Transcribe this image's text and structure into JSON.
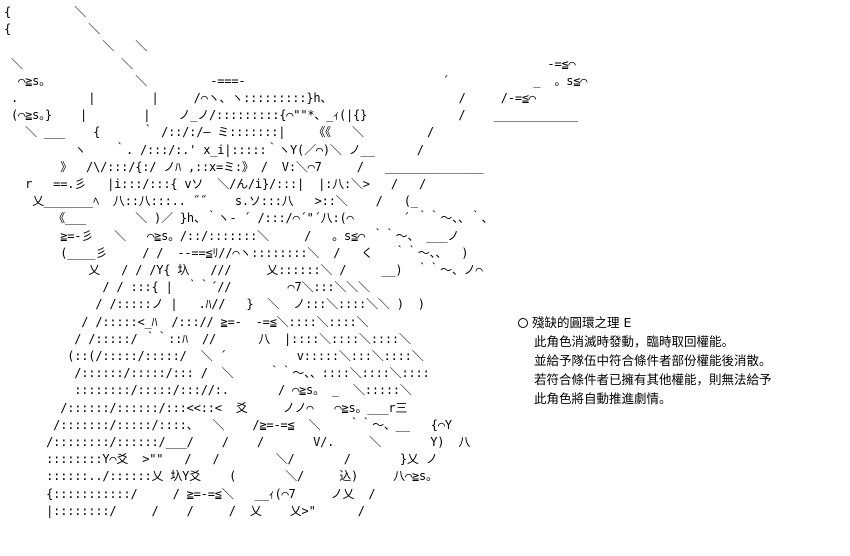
{
  "art": {
    "lines": [
      "{         ＼",
      "{           ＼",
      "              ＼   ＼",
      " ＼              ＼                                                           -=≦⌒",
      "  ⌒≧s。            ＼         -===-                            ´            _  。s≦⌒",
      " .          |        |     /⌒ヽ、ヽ:::::::::}h、                  /     /-=≦⌒",
      " (⌒≧s。}    |        |    ノ_ノ/:::::::::{⌒\"\"*、_ｨ(|{}             /    ____________",
      "   ＼ ___    {      ｀ /::/:/— ミ:::::::|    《《   ＼         /",
      "          ヽ    ｀. /:::/:.' x_i|:::::｀ヽY(／⌒)＼ ノ__      /",
      "        》  /\\/:::/{:/ ノﾊ ,::x=ミ:》 /  V:＼⌒7     /   ______________",
      "   r   ==.彡   |i:::/:::{ vソ  ＼/ん/i}/:::|  |:八:＼>   /   /",
      "    乂_______ﾍ  八::八:::.. ˝˝    s.ソ:::八   >::＼    /   (_",
      "       《___       ＼ )／ }h、｀ヽ- ´ /:::/⌒´\"´八:(⌒       ´ ｀｀～、、｀、",
      "        ≧=-彡   ＼   ⌒≧s。/::/:::::::＼     /   。s≦⌒ ｀｀～、 ___ノ",
      "        (____彡     / /  --==≦ﾘ//⌒ヽ::::::::＼  /   く   ｀｀～、、  )",
      "            乂   / / /Y{ 圦   ///     乂::::::＼ /     __)  ｀｀～、ノ⌒",
      "              / / :::{ |  ｀｀´//        ⌒7＼:::＼＼＼",
      "             / /:::::ノ |   .ﾊ//   }  ＼  ノ:::＼::::＼＼ )  )",
      "           / /:::::<_ﾊ  /:::// ≧=-  -=≦＼::::＼::::＼",
      "          / /:::::/ ｀｀::ﾊ  //      八  |::::＼::::＼::::＼",
      "         (::(/:::::/:::::/  ＼ ´          v:::::＼:::＼::::＼",
      "          /::::::/:::::/::: /  ＼     ｀｀～、、::::＼::::＼::::",
      "          ::::::::/:::::/::://:.       / ⌒≧s。 _  ＼:::::＼",
      "        /::::::/::::::/:::<<::<  爻     ノノ⌒   ⌒≧s。___r三",
      "       /:::::::/:::::/::::、  ＼    /≧=-=≦  ＼    ｀｀～、__   {⌒Y",
      "      /::::::::/::::::/___/    /    /       V/.     ＼       Y)  八",
      "      ::::::::Y⌒爻  >\"\"   /   /        ＼/       /       }乂 ノ",
      "      ::::::../::::::乂 圦Y爻    (       ＼/     込)     八⌒≧s。",
      "      {:::::::::::/     / ≧=-=≦＼   __ｨ(⌒7     ノ乂  /",
      "      |::::::::/     /    /     /  乂    乂>\"      /"
    ]
  },
  "note": {
    "title": "殘缺的圓環之理 E",
    "lines": [
      "此角色消滅時發動，臨時取回權能。",
      "並給予隊伍中符合條件者部份權能後消散。",
      "若符合條件者已擁有其他權能，則無法給予",
      "此角色將自動推進劇情。"
    ]
  }
}
